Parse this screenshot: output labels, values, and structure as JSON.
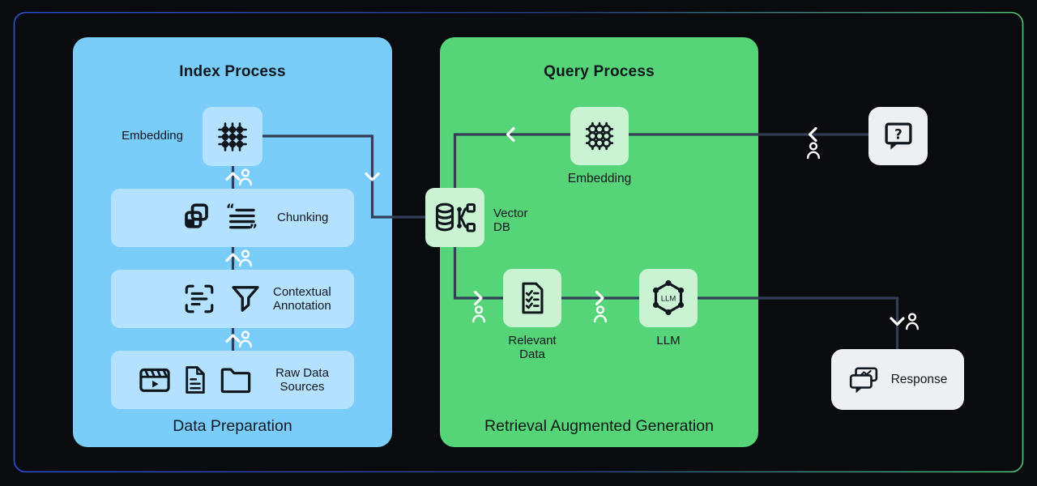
{
  "colors": {
    "bg": "#090b0f",
    "panel_blue": "#7accf9",
    "tile_blue": "#b4e1fd",
    "panel_green": "#55d577",
    "tile_green": "#c9f3d2",
    "wire": "#333e58",
    "card": "#edeff2",
    "ink": "#10161d",
    "arrow": "#ffffff",
    "border_blue": "#3050d8",
    "border_green": "#57c77c"
  },
  "index_panel": {
    "title": "Index Process",
    "embedding_label": "Embedding",
    "chunking_label": "Chunking",
    "contextual_label": "Contextual Annotation",
    "raw_label": "Raw Data Sources",
    "footer": "Data Preparation"
  },
  "query_panel": {
    "title": "Query Process",
    "embedding_label": "Embedding",
    "vector_db_label": "Vector DB",
    "relevant_label": "Relevant Data",
    "llm_label": "LLM",
    "llm_icon_text": "LLM",
    "question_mark": "?",
    "footer": "Retrieval Augmented Generation"
  },
  "output": {
    "response_label": "Response"
  },
  "icons": {
    "index_embedding": "dot-grid-icon",
    "query_embedding": "hollow-dot-grid-icon",
    "chunking": [
      "copy-icon",
      "text-quote-icon"
    ],
    "contextual": [
      "scan-text-icon",
      "funnel-icon"
    ],
    "raw_sources": [
      "film-icon",
      "file-text-icon",
      "folder-icon"
    ],
    "vector_db": [
      "database-icon",
      "branch-icon"
    ],
    "relevant_data": "checklist-file-icon",
    "llm": "hexagon-network-icon",
    "query_input": "question-bubble-icon",
    "response": "chat-bubbles-icon",
    "flow": [
      "chevron-icon",
      "person-icon"
    ]
  }
}
